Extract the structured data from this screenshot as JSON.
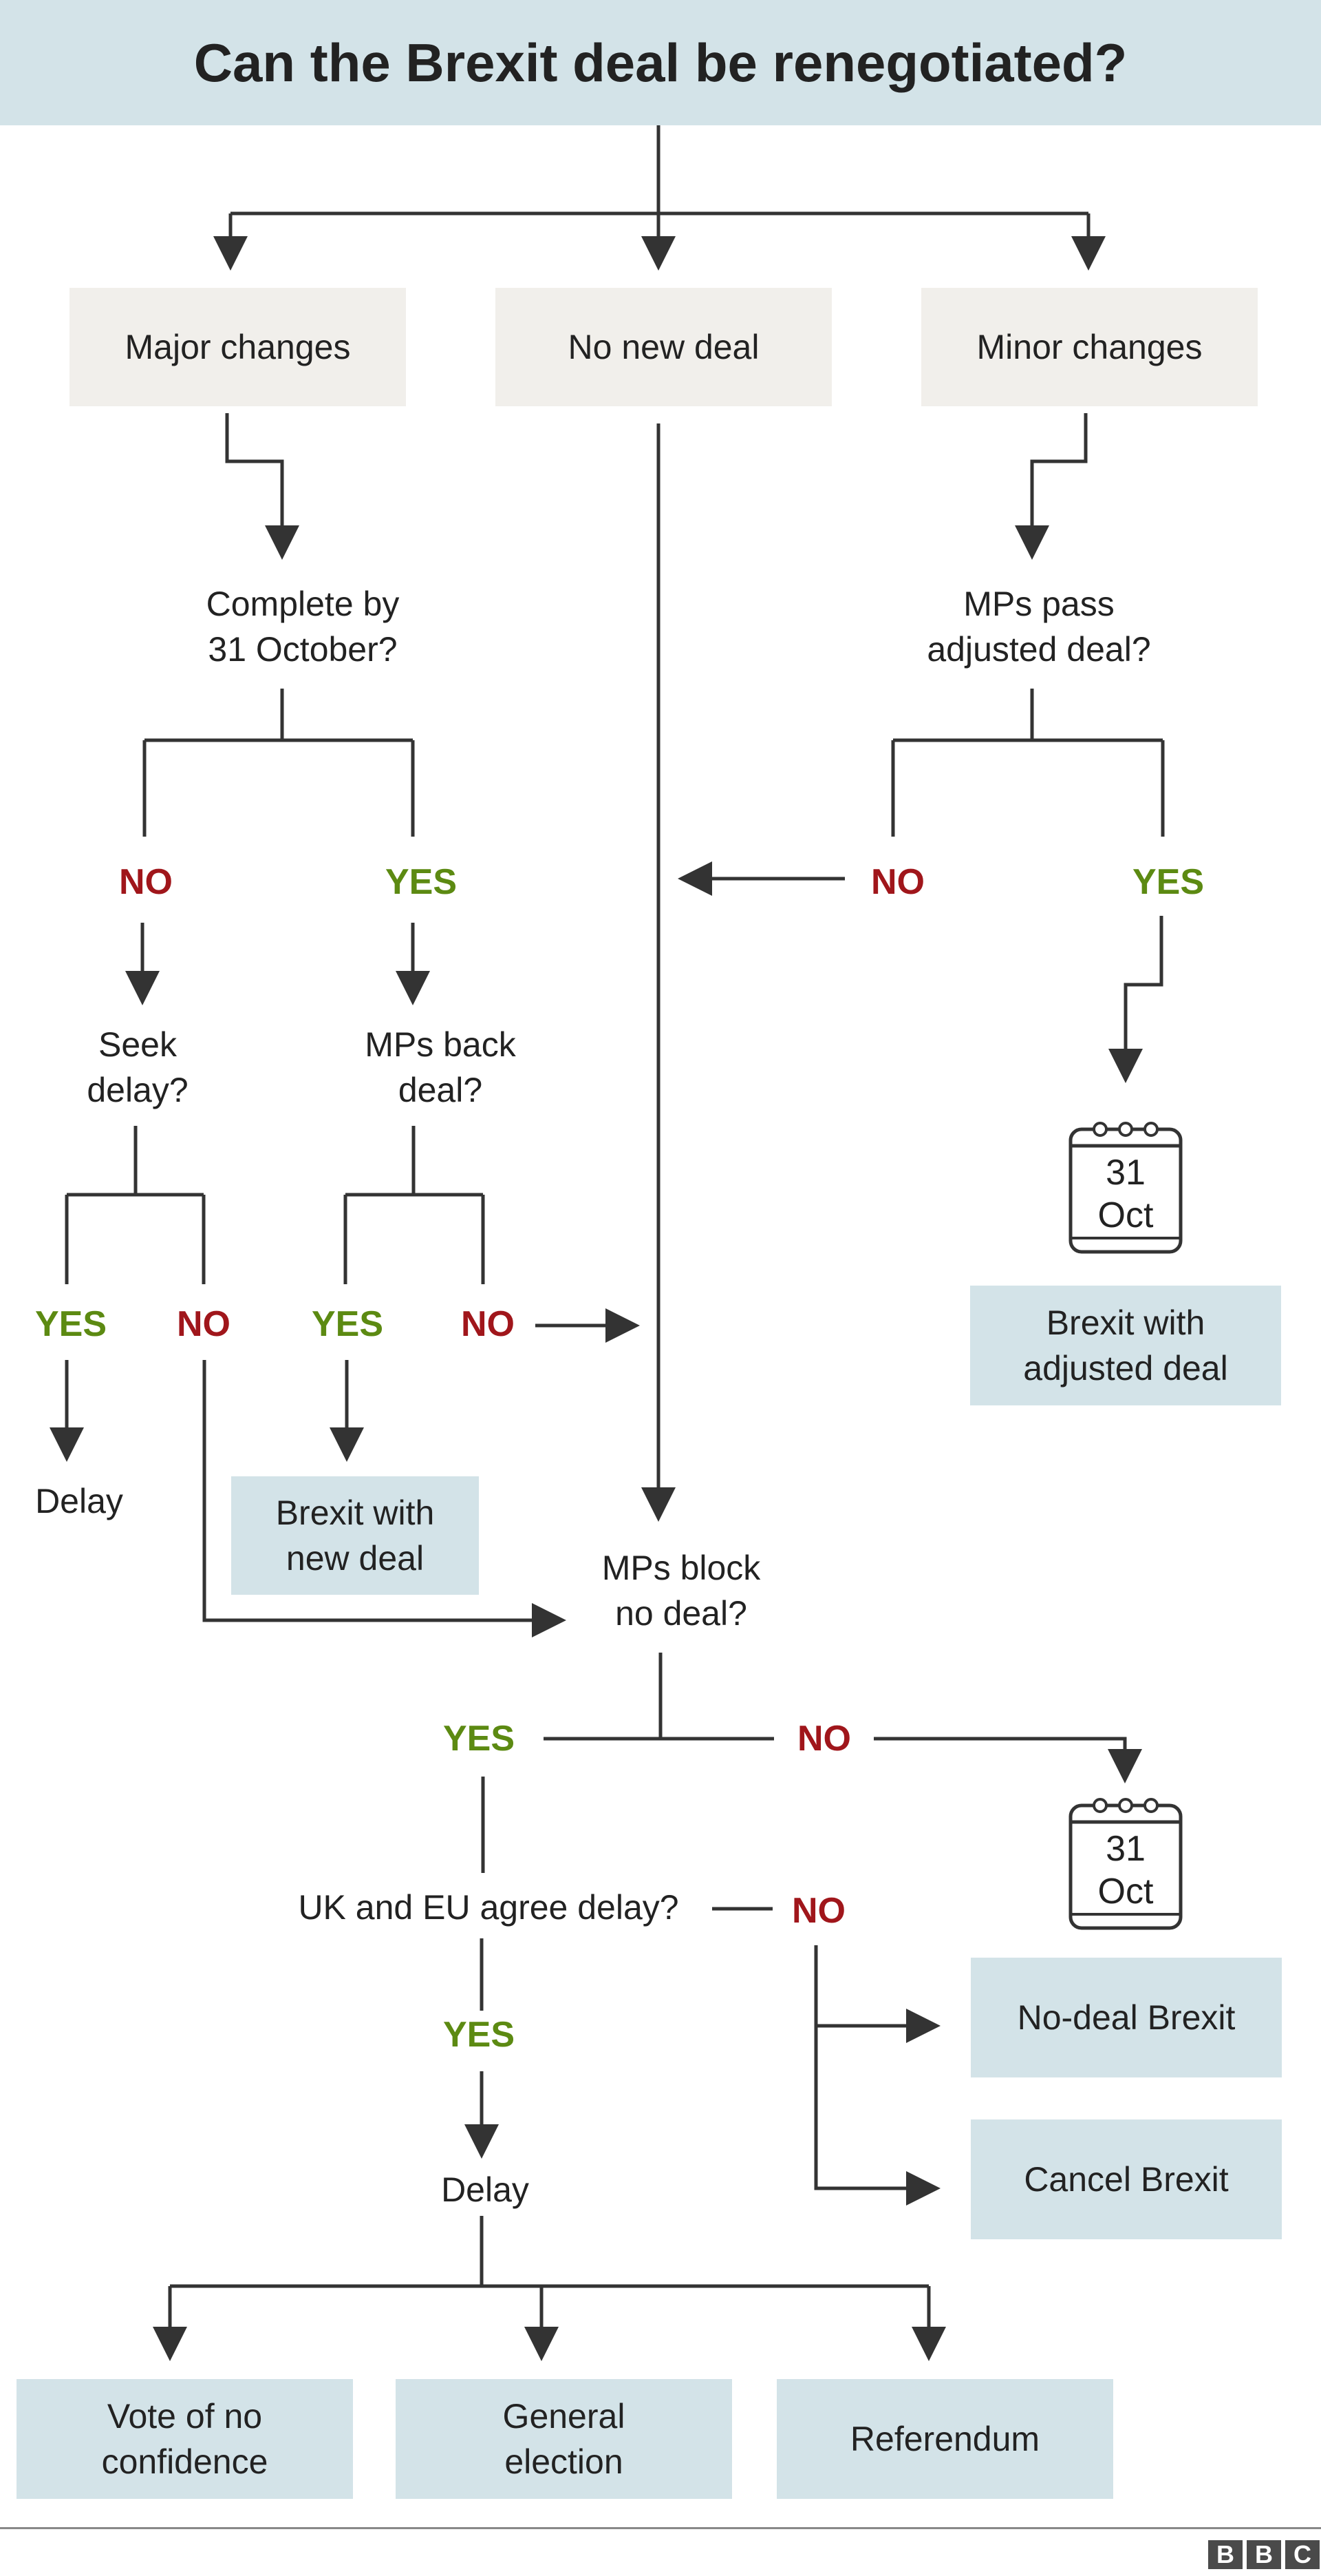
{
  "title": "Can the Brexit deal be renegotiated?",
  "nodes": {
    "major_changes": "Major changes",
    "no_new_deal": "No new deal",
    "minor_changes": "Minor changes",
    "complete_by_oct": "Complete by\n31 October?",
    "mps_pass_adjusted": "MPs pass\nadjusted deal?",
    "seek_delay": "Seek\ndelay?",
    "mps_back_deal": "MPs back\ndeal?",
    "delay_left": "Delay",
    "brexit_new_deal": "Brexit with\nnew deal",
    "brexit_adjusted_deal": "Brexit with\nadjusted deal",
    "mps_block_no_deal": "MPs block\nno deal?",
    "uk_eu_agree_delay": "UK and EU agree delay?",
    "delay_bottom": "Delay",
    "no_deal_brexit": "No-deal Brexit",
    "cancel_brexit": "Cancel Brexit",
    "vote_no_confidence": "Vote of no\nconfidence",
    "general_election": "General\nelection",
    "referendum": "Referendum"
  },
  "labels": {
    "yes": "YES",
    "no": "NO"
  },
  "calendar": {
    "day": "31",
    "month": "Oct"
  },
  "logo": [
    "B",
    "B",
    "C"
  ],
  "colors": {
    "header_bg": "#d3e3e8",
    "grey_box": "#f1efeb",
    "blue_box": "#d3e3e8",
    "yes": "#5c8a12",
    "no": "#a0161b",
    "line": "#333333"
  }
}
